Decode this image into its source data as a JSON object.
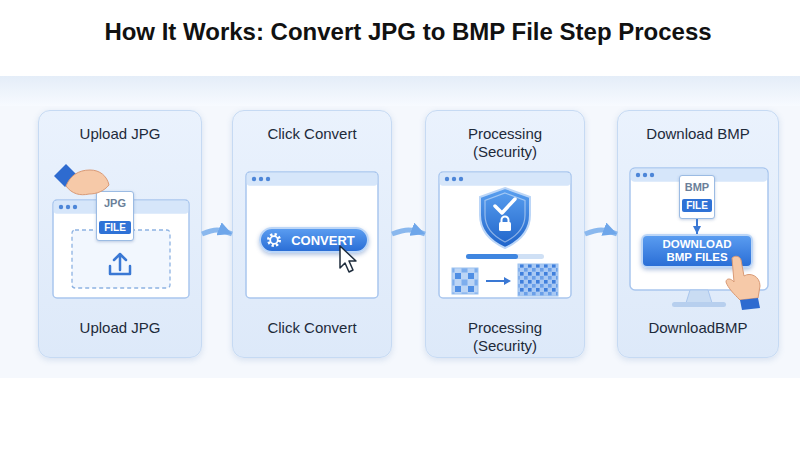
{
  "diagram": {
    "title": "How It Works: Convert JPG to BMP File Step Process",
    "nodes": [
      {
        "text": [
          "Upload JPG",
          "Upload JPG"
        ]
      },
      {
        "text": [
          "JPG",
          "FILE"
        ],
        "in": 0
      },
      {
        "text": [
          "Click Convert",
          "Click Convert"
        ]
      },
      {
        "text": [
          "CONVERT"
        ],
        "in": 2
      },
      {
        "text": [
          "Processing (Security)",
          "Processing (Security)"
        ]
      },
      {
        "text": [
          "Download BMP",
          "DownloadBMP"
        ]
      },
      {
        "text": [
          "BMP",
          "FILE"
        ],
        "in": 5
      },
      {
        "text": [
          "DOWNLOAD BMP FILES"
        ],
        "in": 5
      }
    ],
    "edges": [
      {
        "from": 0,
        "to": 2,
        "arrow": "to"
      },
      {
        "from": 2,
        "to": 4,
        "arrow": "to"
      },
      {
        "from": 4,
        "to": 5,
        "arrow": "to"
      },
      {
        "from": 6,
        "to": 7,
        "arrow": "to"
      }
    ]
  }
}
